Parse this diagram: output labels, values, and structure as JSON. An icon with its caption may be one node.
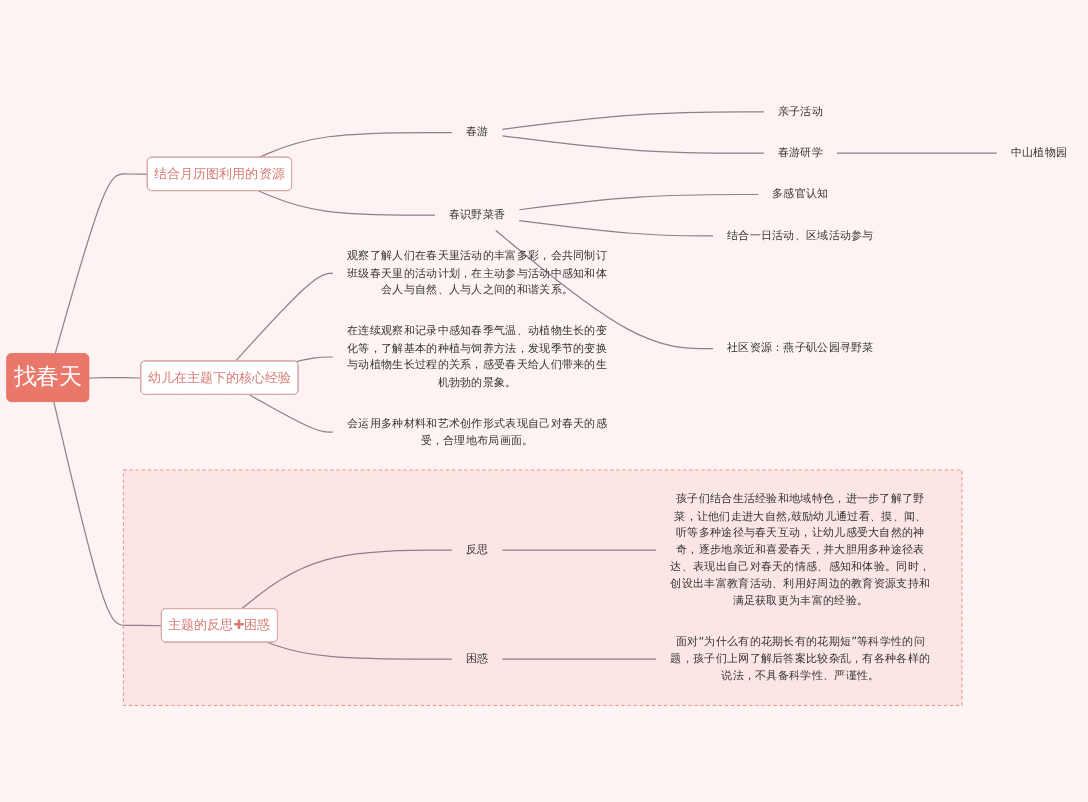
{
  "diagram": {
    "nodes": [
      {
        "text": [
          "找春天"
        ]
      },
      {
        "text": [
          "结合月历图利用的资源"
        ]
      },
      {
        "text": [
          "春游"
        ]
      },
      {
        "text": [
          "亲子活动"
        ]
      },
      {
        "text": [
          "春游研学"
        ]
      },
      {
        "text": [
          "中山植物园"
        ]
      },
      {
        "text": [
          "春识野菜香"
        ]
      },
      {
        "text": [
          "多感官认知"
        ]
      },
      {
        "text": [
          "结合一日活动、区域活动参与"
        ]
      },
      {
        "text": [
          "社区资源：燕子矶公园寻野菜"
        ]
      },
      {
        "text": [
          "幼儿在主题下的核心经验"
        ]
      },
      {
        "text": [
          "观察了解人们在春天里活动的丰富多彩，会共同制订班级春天里的活动计划，在主动参与活动中感知和体会人与自然、人与人之间的和谐关系。"
        ]
      },
      {
        "text": [
          "在连续观察和记录中感知春季气温、动植物生长的变化等，了解基本的种植与饲养方法，发现季节的变换与动植物生长过程的关系，感受春天给人们带来的生机勃勃的景象。"
        ]
      },
      {
        "text": [
          "会运用多种材料和艺术创作形式表现自己对春天的感受，合理地布局画面。"
        ]
      },
      {
        "text": [],
        "shape": "box"
      },
      {
        "text": [
          "主题的反思✚困惑"
        ],
        "in": 14
      },
      {
        "text": [
          "反思"
        ],
        "in": 14
      },
      {
        "text": [
          "孩子们结合生活经验和地域特色，进一步了解了野菜，让他们走进大自然,鼓励幼儿通过看、摸、闻、听等多种途径与春天互动，让幼儿感受大自然的神奇，逐步地亲近和喜爱春天，并大胆用多种途径表达、表现出自己对春天的情感、感知和体验。同时，创设出丰富教育活动、利用好周边的教育资源支持和满足获取更为丰富的经验。"
        ],
        "in": 14
      },
      {
        "text": [
          "困惑"
        ],
        "in": 14
      },
      {
        "text": [
          "面对“为什么有的花期长有的花期短”等科学性的问题，孩子们上网了解后答案比较杂乱，有各种各样的说法，不具备科学性、严谨性。"
        ],
        "in": 14
      }
    ],
    "edges": [
      {
        "from": 0,
        "to": 1,
        "arrow": "none"
      },
      {
        "from": 1,
        "to": 2,
        "arrow": "none"
      },
      {
        "from": 2,
        "to": 3,
        "arrow": "none"
      },
      {
        "from": 2,
        "to": 4,
        "arrow": "none"
      },
      {
        "from": 4,
        "to": 5,
        "arrow": "none"
      },
      {
        "from": 1,
        "to": 6,
        "arrow": "none"
      },
      {
        "from": 6,
        "to": 7,
        "arrow": "none"
      },
      {
        "from": 6,
        "to": 8,
        "arrow": "none"
      },
      {
        "from": 6,
        "to": 9,
        "arrow": "none"
      },
      {
        "from": 0,
        "to": 10,
        "arrow": "none"
      },
      {
        "from": 10,
        "to": 11,
        "arrow": "none"
      },
      {
        "from": 10,
        "to": 12,
        "arrow": "none"
      },
      {
        "from": 10,
        "to": 13,
        "arrow": "none"
      },
      {
        "from": 0,
        "to": 15,
        "arrow": "none"
      },
      {
        "from": 15,
        "to": 16,
        "arrow": "none"
      },
      {
        "from": 16,
        "to": 17,
        "arrow": "none"
      },
      {
        "from": 15,
        "to": 18,
        "arrow": "none"
      },
      {
        "from": 18,
        "to": 19,
        "arrow": "none"
      }
    ]
  }
}
